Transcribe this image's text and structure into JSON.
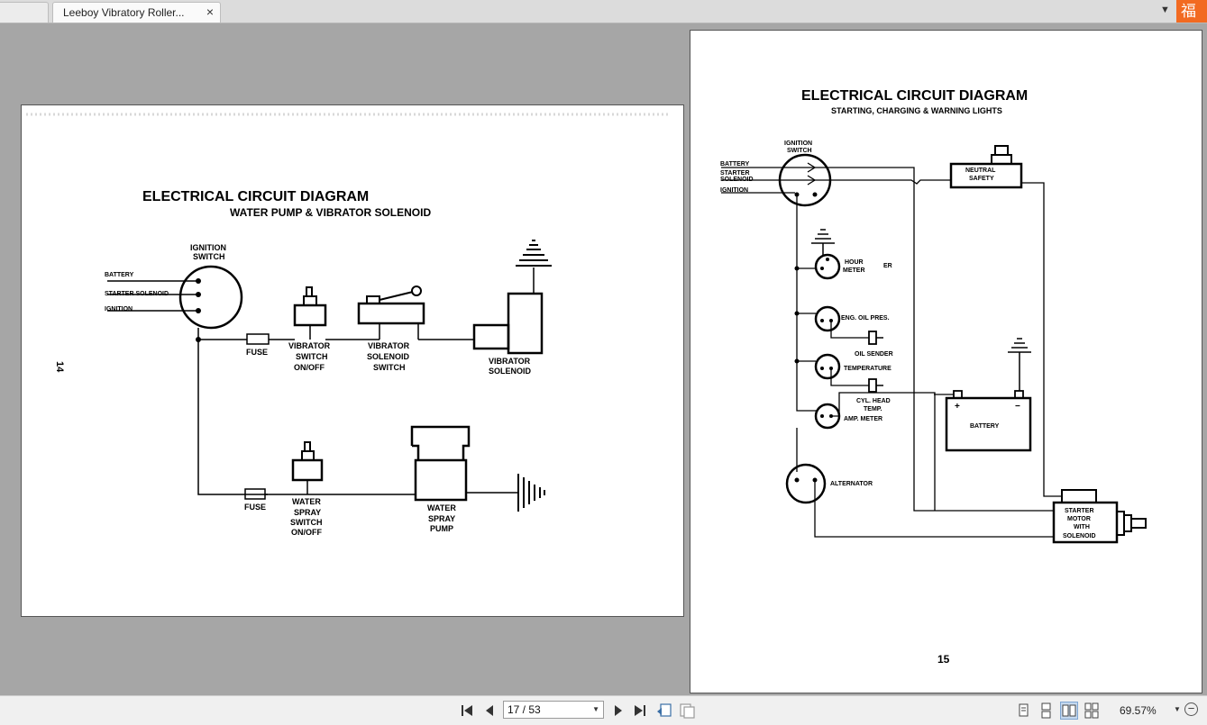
{
  "tabs": [
    {
      "title": ""
    },
    {
      "title": "Leeboy Vibratory Roller...",
      "close": "×"
    }
  ],
  "tab_dropdown": "▼",
  "app_badge": "福昕",
  "page_left": {
    "title": "ELECTRICAL CIRCUIT DIAGRAM",
    "subtitle": "WATER PUMP & VIBRATOR SOLENOID",
    "page_number": "14",
    "labels": {
      "ignition_switch": [
        "IGNITION",
        "SWITCH"
      ],
      "battery": "BATTERY",
      "starter_solenoid": "STARTER SOLENOID",
      "ignition": "IGNITION",
      "fuse_top": "FUSE",
      "fuse_bottom": "FUSE",
      "vibrator_switch": [
        "VIBRATOR",
        "SWITCH",
        "ON/OFF"
      ],
      "vibrator_solenoid_switch": [
        "VIBRATOR",
        "SOLENOID",
        "SWITCH"
      ],
      "vibrator_solenoid": [
        "VIBRATOR",
        "SOLENOID"
      ],
      "water_spray_switch": [
        "WATER",
        "SPRAY",
        "SWITCH",
        "ON/OFF"
      ],
      "water_spray_pump": [
        "WATER",
        "SPRAY",
        "PUMP"
      ]
    }
  },
  "page_right": {
    "title": "ELECTRICAL CIRCUIT DIAGRAM",
    "subtitle": "STARTING, CHARGING & WARNING LIGHTS",
    "page_number": "15",
    "labels": {
      "ignition_switch": [
        "IGNITION",
        "SWITCH"
      ],
      "battery_in": "BATTERY",
      "starter_in": [
        "STARTER",
        "SOLENOID"
      ],
      "ignition_in": "IGNITION",
      "neutral_safety": [
        "NEUTRAL",
        "SAFETY"
      ],
      "hour_meter": [
        "HOUR",
        "METER"
      ],
      "hour_meter_fragment": "ER",
      "eng_oil_pres": "ENG. OIL PRES.",
      "oil_sender": "OIL SENDER",
      "temperature": "TEMPERATURE",
      "cyl_head_temp": [
        "CYL. HEAD",
        "TEMP."
      ],
      "amp_meter": "AMP. METER",
      "battery": "BATTERY",
      "battery_plus": "+",
      "battery_minus": "−",
      "alternator": "ALTERNATOR",
      "starter_motor": [
        "STARTER",
        "MOTOR",
        "WITH",
        "SOLENOID"
      ]
    }
  },
  "toolbar": {
    "page_indicator": "17 / 53",
    "zoom": "69.57%",
    "icons": [
      "first-page-icon",
      "prev-page-icon",
      "next-page-icon",
      "last-page-icon",
      "go-back-icon",
      "go-forward-icon",
      "single-page-icon",
      "continuous-icon",
      "facing-icon",
      "continuous-facing-icon",
      "zoom-out-icon"
    ]
  }
}
